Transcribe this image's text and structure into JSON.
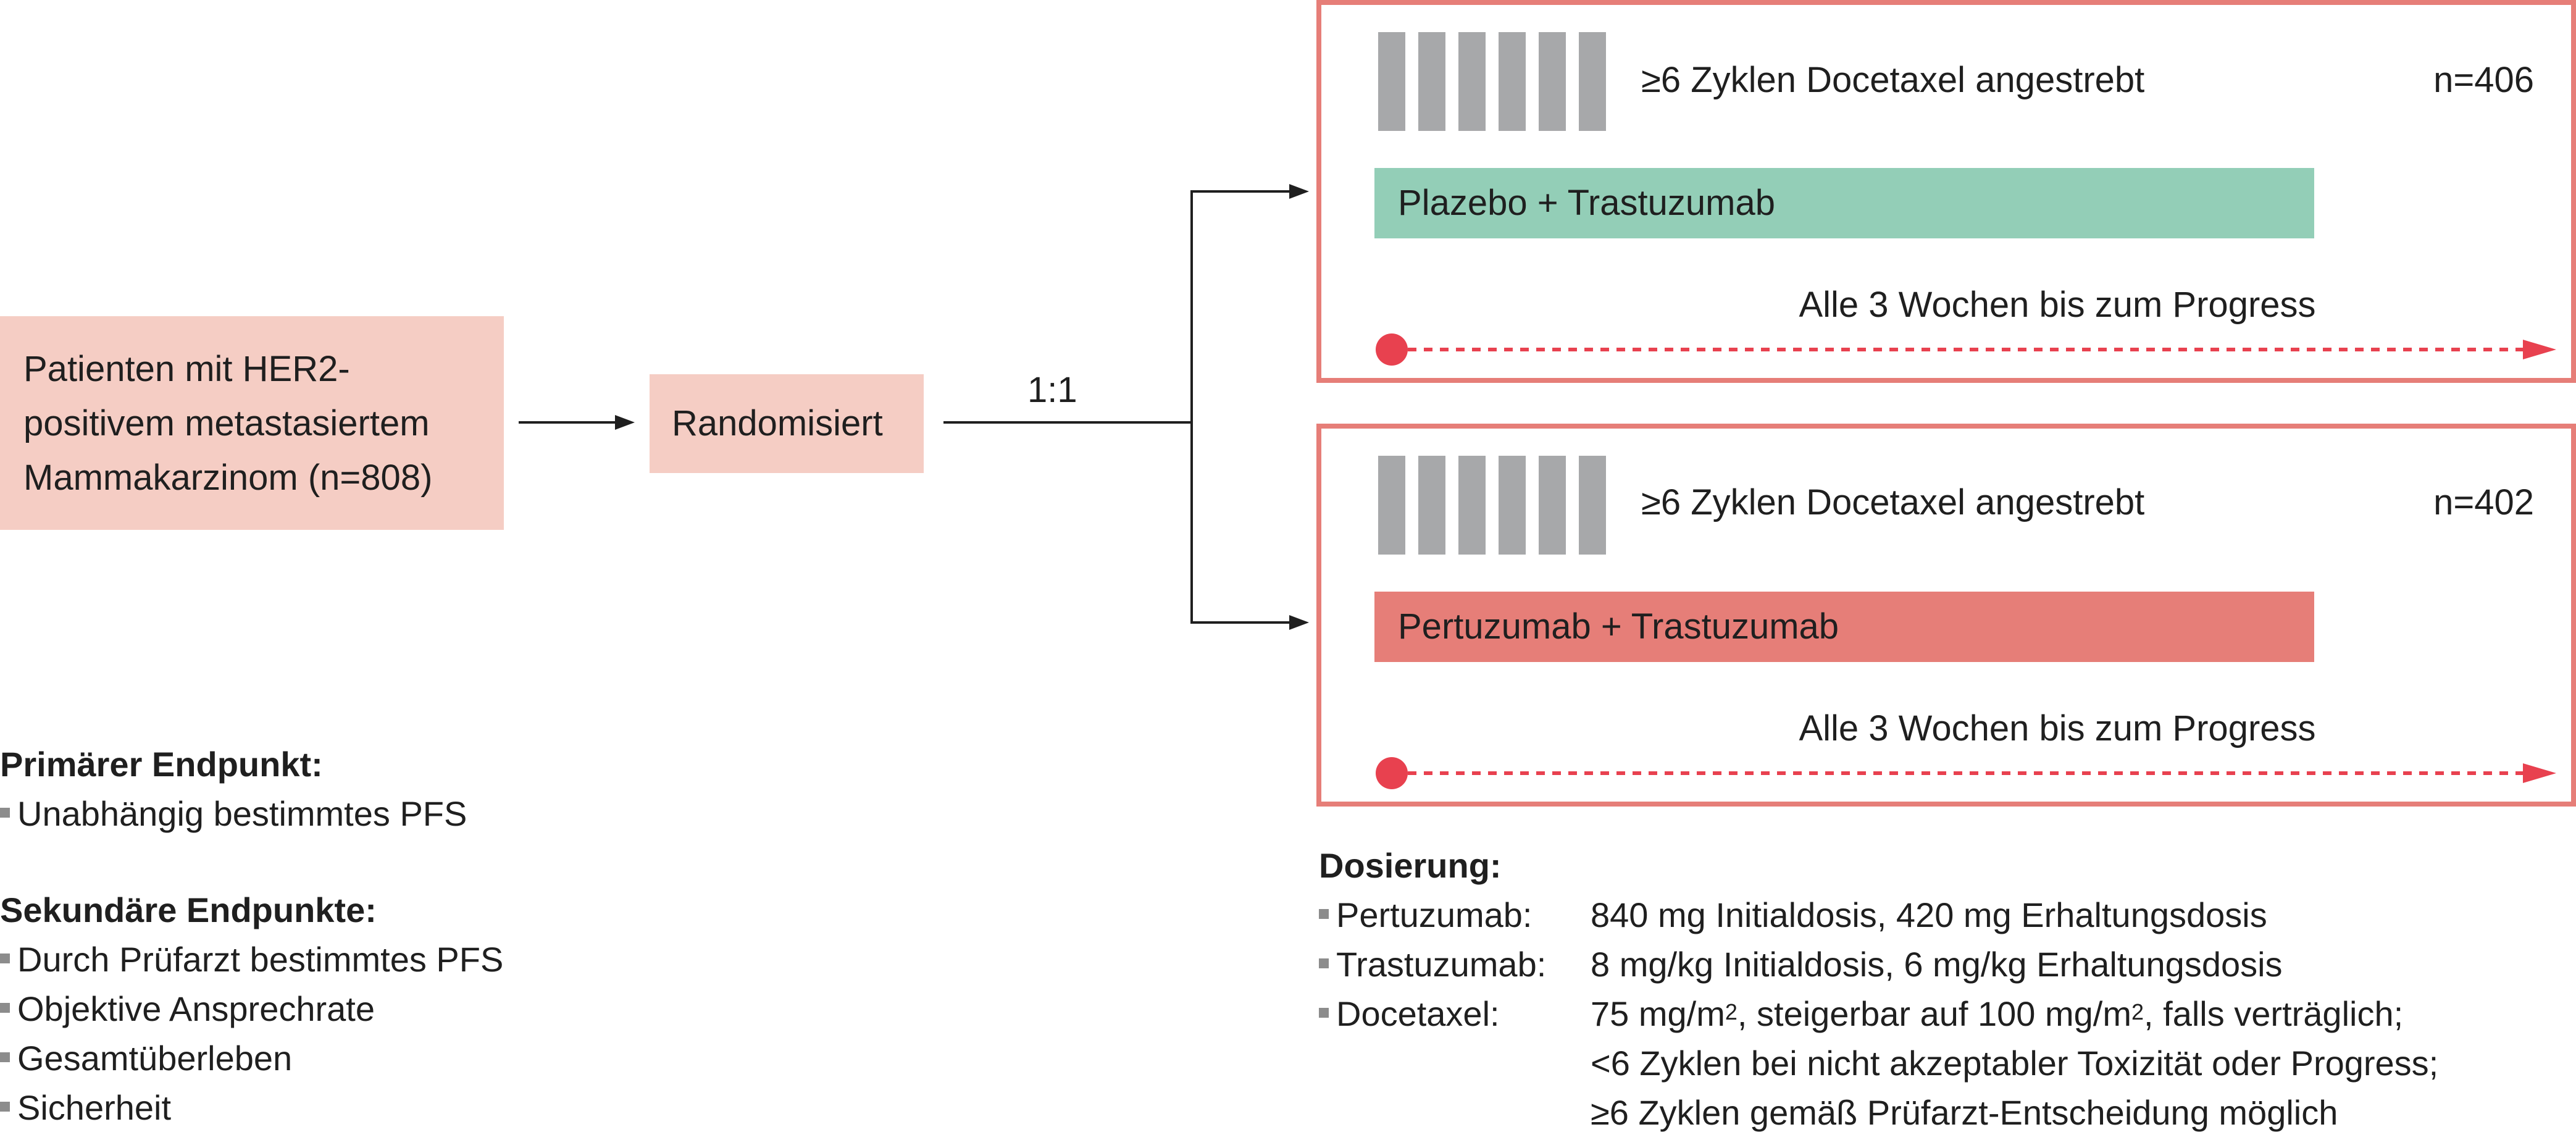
{
  "population": {
    "lines": [
      "Patienten mit HER2-",
      "positivem metastasiertem",
      "Mammakarzinom (n=808)"
    ]
  },
  "randomized_label": "Randomisiert",
  "ratio_label": "1:1",
  "arms": [
    {
      "cycles_label": "≥6 Zyklen Docetaxel angestrebt",
      "n_label": "n=406",
      "treatment_label": "Plazebo + Trastuzumab",
      "treatment_color": "#93ceb7",
      "schedule_label": "Alle 3 Wochen bis zum Progress"
    },
    {
      "cycles_label": "≥6 Zyklen Docetaxel angestrebt",
      "n_label": "n=402",
      "treatment_label": "Pertuzumab + Trastuzumab",
      "treatment_color": "#e67e78",
      "schedule_label": "Alle 3 Wochen bis zum Progress"
    }
  ],
  "endpoints": {
    "primary_heading": "Primärer Endpunkt:",
    "primary_items": [
      "Unabhängig bestimmtes PFS"
    ],
    "secondary_heading": "Sekundäre Endpunkte:",
    "secondary_items": [
      "Durch Prüfarzt bestimmtes PFS",
      "Objektive Ansprechrate",
      "Gesamtüberleben",
      "Sicherheit"
    ]
  },
  "dosing": {
    "heading": "Dosierung:",
    "rows": [
      {
        "drug": "Pertuzumab:",
        "dose": "840 mg Initialdosis, 420 mg Erhaltungsdosis"
      },
      {
        "drug": "Trastuzumab:",
        "dose": "8 mg/kg Initialdosis, 6 mg/kg Erhaltungsdosis"
      }
    ],
    "docetaxel": {
      "drug": "Docetaxel:",
      "dose_part1": "75 mg/m",
      "sup1": "2",
      "dose_part2": ", steigerbar auf 100 mg/m",
      "sup2": "2",
      "dose_part3": ", falls verträglich;",
      "line2": "<6 Zyklen bei nicht akzeptabler Toxizität oder Progress;",
      "line3": "≥6 Zyklen gemäß Prüfarzt-Entscheidung möglich"
    }
  },
  "colors": {
    "accent_red": "#e67e78",
    "schedule_red": "#e8414f",
    "population_fill": "#f5cdc4",
    "cycle_bars": "#a7a8aa"
  }
}
